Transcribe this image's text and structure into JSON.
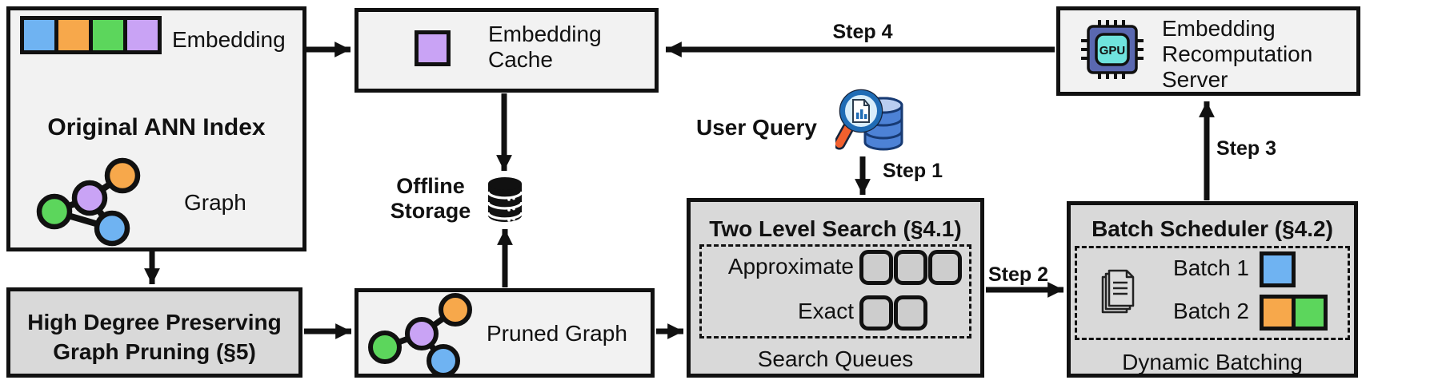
{
  "colors": {
    "blue": "#6FB3F2",
    "orange": "#F7A84B",
    "green": "#5CD65C",
    "purple": "#C9A3F5",
    "light_box": "#F2F2F2",
    "gray_box": "#D9D9D9",
    "queue_cell": "#CDCDCD",
    "gpu_chip_body": "#5A68B0",
    "gpu_chip_core": "#6FE3DD",
    "db_blue": "#4D82D6",
    "db_blue_top": "#B9CDF0",
    "magnifier_rim": "#1F6CB5",
    "magnifier_lens": "#D8EDFA",
    "magnifier_handle": "#F2602E"
  },
  "ann_index": {
    "title": "Original ANN Index",
    "embedding_label": "Embedding",
    "graph_label": "Graph"
  },
  "embedding_cache": {
    "label": "Embedding Cache"
  },
  "offline_storage": {
    "label": "Offline Storage"
  },
  "user_query": {
    "label": "User Query"
  },
  "steps": {
    "step1": "Step 1",
    "step2": "Step 2",
    "step3": "Step 3",
    "step4": "Step 4"
  },
  "two_level_search": {
    "title": "Two Level Search (§4.1)",
    "approximate_label": "Approximate",
    "exact_label": "Exact",
    "caption": "Search Queues",
    "approximate_queue_slots": 3,
    "exact_queue_slots": 2
  },
  "batch_scheduler": {
    "title": "Batch Scheduler (§4.2)",
    "batch1_label": "Batch 1",
    "batch2_label": "Batch 2",
    "caption": "Dynamic Batching"
  },
  "recomputation_server": {
    "label": "Embedding Recomputation Server",
    "chip_label": "GPU"
  },
  "graph_pruning": {
    "title_line1": "High Degree Preserving",
    "title_line2": "Graph Pruning (§5)"
  },
  "pruned_graph": {
    "label": "Pruned Graph"
  },
  "icons": [
    "embedding-vector-icon",
    "graph-icon",
    "purple-embedding-icon",
    "database-icon",
    "query-magnifier-icon",
    "gpu-chip-icon",
    "documents-icon",
    "pruned-graph-icon",
    "batch1-square-icon",
    "batch2-squares-icon"
  ]
}
